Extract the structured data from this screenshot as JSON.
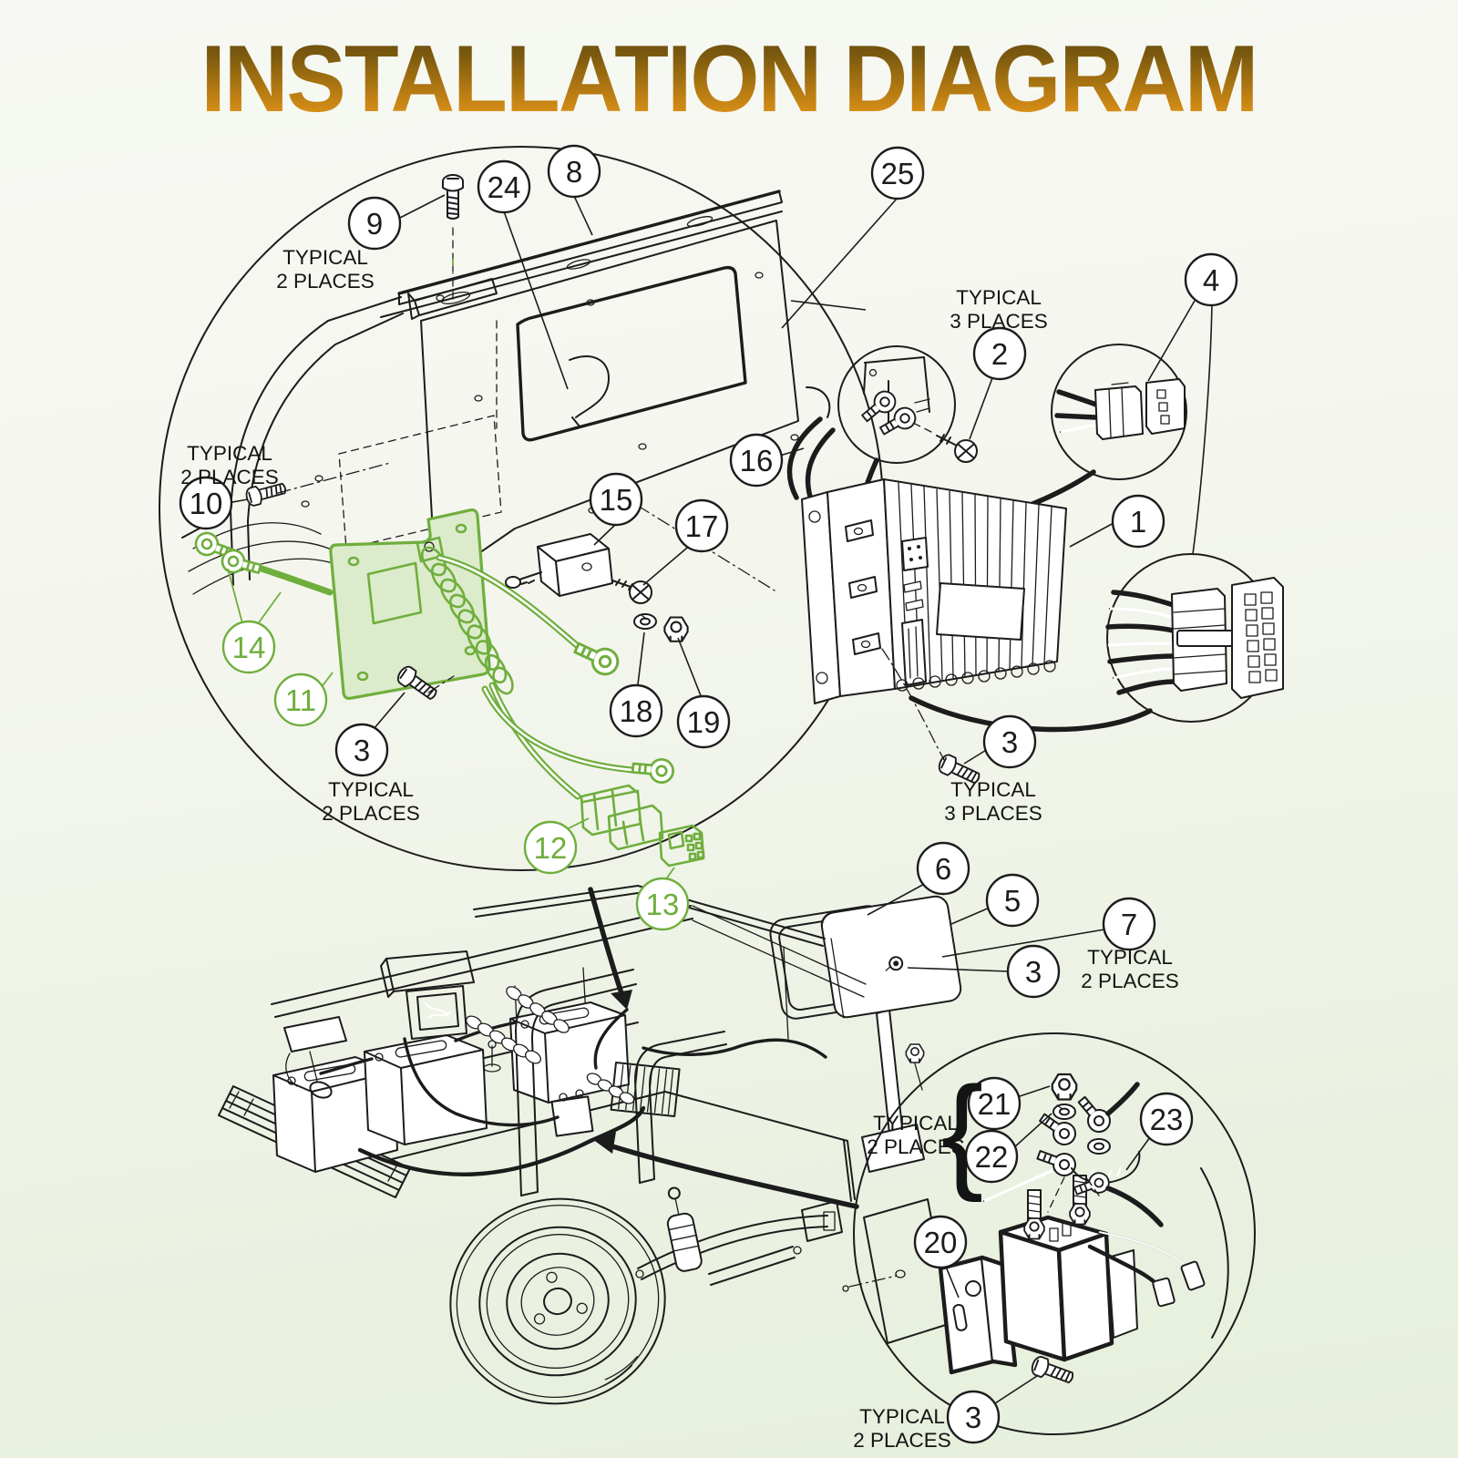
{
  "title": "INSTALLATION DIAGRAM",
  "labels": {
    "typical": "TYPICAL",
    "places2": "2 PLACES",
    "places3": "3 PLACES",
    "brace": "{"
  },
  "colors": {
    "highlight_green": "#6fae3d",
    "highlight_fill": "#dcebcb",
    "ink": "#1c1c1c",
    "background_top": "#f7f8f3",
    "background_bottom": "#e6efdb",
    "title_gradient_top": "#5c440e",
    "title_gradient_bottom": "#f09d1c"
  },
  "parts": [
    {
      "number": "1",
      "highlighted": false
    },
    {
      "number": "2",
      "highlighted": false
    },
    {
      "number": "3",
      "highlighted": false
    },
    {
      "number": "4",
      "highlighted": false
    },
    {
      "number": "5",
      "highlighted": false
    },
    {
      "number": "6",
      "highlighted": false
    },
    {
      "number": "7",
      "highlighted": false
    },
    {
      "number": "8",
      "highlighted": false
    },
    {
      "number": "9",
      "highlighted": false
    },
    {
      "number": "10",
      "highlighted": false
    },
    {
      "number": "11",
      "highlighted": true
    },
    {
      "number": "12",
      "highlighted": true
    },
    {
      "number": "13",
      "highlighted": true
    },
    {
      "number": "14",
      "highlighted": true
    },
    {
      "number": "15",
      "highlighted": false
    },
    {
      "number": "16",
      "highlighted": false
    },
    {
      "number": "17",
      "highlighted": false
    },
    {
      "number": "18",
      "highlighted": false
    },
    {
      "number": "19",
      "highlighted": false
    },
    {
      "number": "20",
      "highlighted": false
    },
    {
      "number": "21",
      "highlighted": false
    },
    {
      "number": "22",
      "highlighted": false
    },
    {
      "number": "23",
      "highlighted": false
    },
    {
      "number": "24",
      "highlighted": false
    },
    {
      "number": "25",
      "highlighted": false
    }
  ]
}
